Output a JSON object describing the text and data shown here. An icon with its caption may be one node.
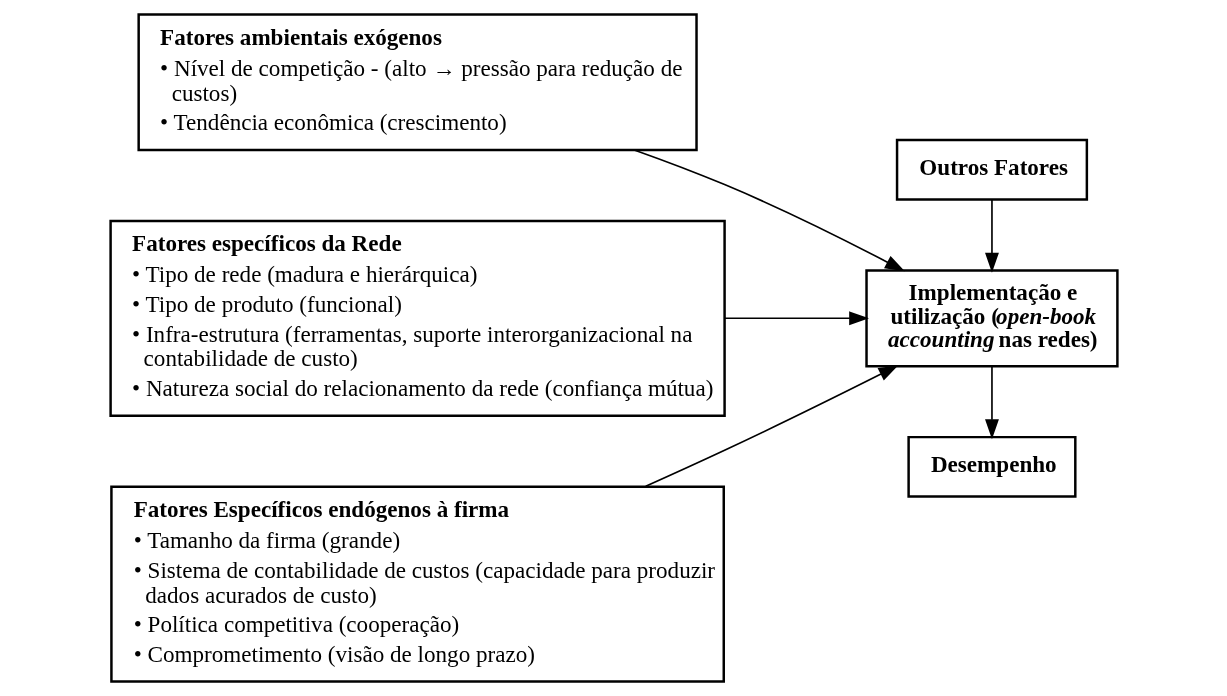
{
  "diagram": {
    "nodes": [
      {
        "text": [
          "Fatores ambientais exógenos",
          "• Nível de competição - (alto → pressão para redução de custos)",
          "• Tendência econômica (crescimento)"
        ]
      },
      {
        "text": [
          "Fatores específicos da Rede",
          "• Tipo de rede (madura e hierárquica)",
          "• Tipo de produto (funcional)",
          "• Infra-estrutura (ferramentas, suporte interorganizacional na contabilidade de custo)",
          "• Natureza social do relacionamento da rede (confiança mútua)"
        ]
      },
      {
        "text": [
          "Fatores Específicos endógenos à firma",
          "• Tamanho da firma (grande)",
          "• Sistema de contabilidade de custos (capacidade para produzir dados acurados de custo)",
          "• Política competitiva (cooperação)",
          "• Comprometimento (visão de longo prazo)"
        ]
      },
      {
        "text": [
          "Outros Fatores"
        ]
      },
      {
        "text": [
          "Implementação e utilização (*open-book accounting* nas redes)"
        ]
      },
      {
        "text": [
          "Desempenho"
        ]
      }
    ],
    "edges": [
      {
        "from": 0,
        "to": 4,
        "arrow": "to"
      },
      {
        "from": 1,
        "to": 4,
        "arrow": "to"
      },
      {
        "from": 2,
        "to": 4,
        "arrow": "to"
      },
      {
        "from": 3,
        "to": 4,
        "arrow": "to"
      },
      {
        "from": 4,
        "to": 5,
        "arrow": "to"
      }
    ]
  }
}
